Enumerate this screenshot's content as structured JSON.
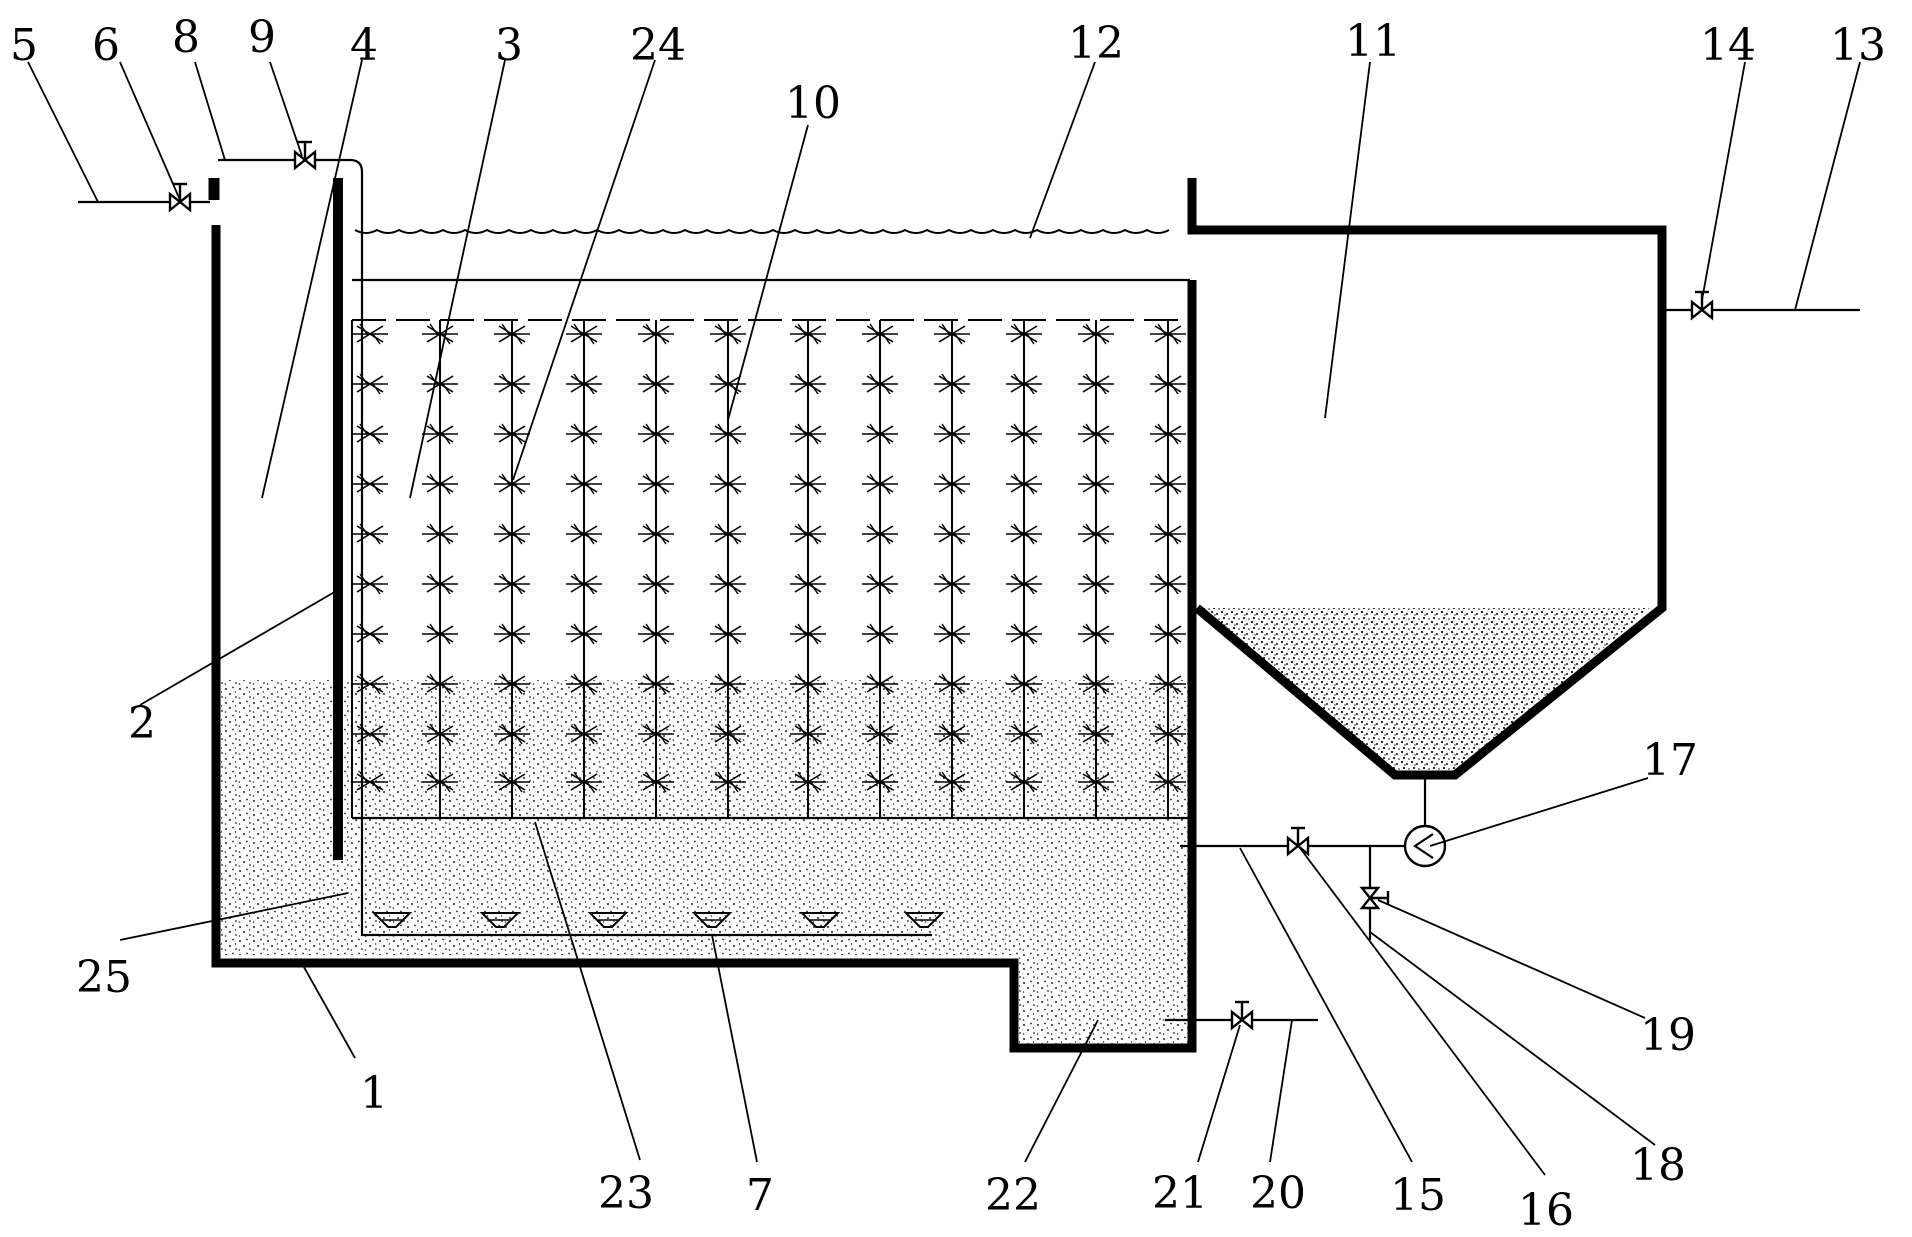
{
  "labels": {
    "l1": "1",
    "l2": "2",
    "l3": "3",
    "l4": "4",
    "l5": "5",
    "l6": "6",
    "l7": "7",
    "l8": "8",
    "l9": "9",
    "l10": "10",
    "l11": "11",
    "l12": "12",
    "l13": "13",
    "l14": "14",
    "l15": "15",
    "l16": "16",
    "l17": "17",
    "l18": "18",
    "l19": "19",
    "l20": "20",
    "l21": "21",
    "l22": "22",
    "l23": "23",
    "l24": "24",
    "l25": "25"
  },
  "colors": {
    "line": "#000000",
    "background": "#ffffff",
    "sludge_dots": "#2a2a2a"
  },
  "icons": [
    "valve-icon",
    "pump-icon",
    "diffuser-icon",
    "biofilm-carrier-icon"
  ]
}
